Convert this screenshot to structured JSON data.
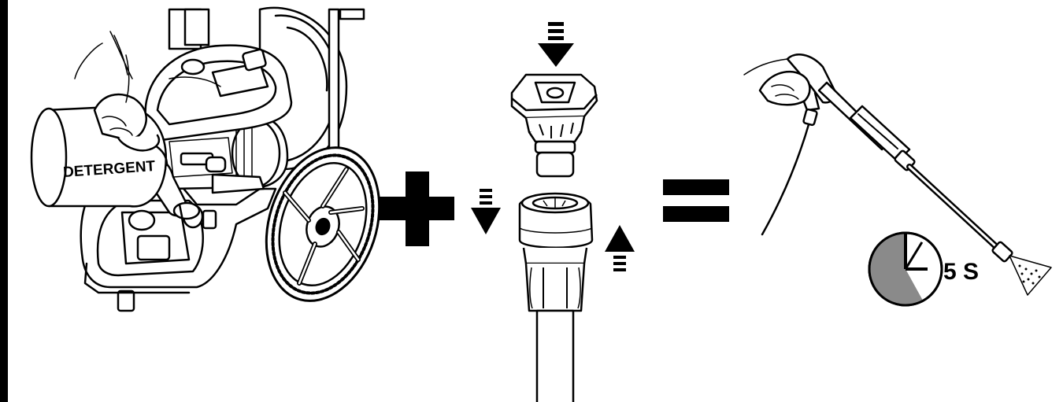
{
  "labels": {
    "container_label": "DETERGENT",
    "timer_label": "5 S"
  },
  "timer": {
    "filled_fraction": 0.58
  },
  "colors": {
    "ink": "#000000",
    "paper": "#ffffff",
    "timer_fill": "#8a8a8a"
  },
  "icons": {
    "plus": "plus-icon",
    "equals": "equals-icon",
    "arrow_down": "arrow-down-icon",
    "arrow_up": "arrow-up-icon",
    "stopwatch": "stopwatch-icon"
  }
}
